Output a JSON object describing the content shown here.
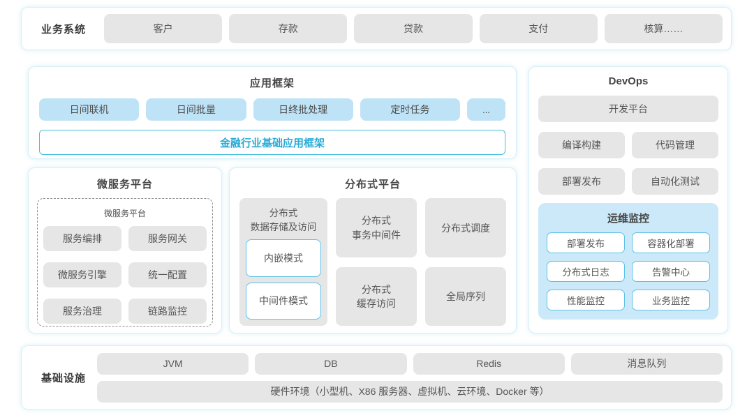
{
  "colors": {
    "accent_cyan": "#29abd6",
    "panel_border": "#d7f0f7",
    "node_gray": "#e6e6e6",
    "node_blue": "#bfe3f6",
    "monitor_bg": "#cbe9f8",
    "white_node_border": "#5fc0e6"
  },
  "business_systems": {
    "label": "业务系统",
    "items": [
      "客户",
      "存款",
      "贷款",
      "支付",
      "核算……"
    ]
  },
  "app_framework": {
    "title": "应用框架",
    "modules": [
      "日间联机",
      "日间批量",
      "日终批处理",
      "定时任务",
      "..."
    ],
    "base": "金融行业基础应用框架"
  },
  "devops": {
    "title": "DevOps",
    "platform": "开发平台",
    "tools": [
      "编译构建",
      "代码管理",
      "部署发布",
      "自动化测试"
    ],
    "monitoring": {
      "title": "运维监控",
      "items": [
        "部署发布",
        "容器化部署",
        "分布式日志",
        "告警中心",
        "性能监控",
        "业务监控"
      ]
    }
  },
  "microservice": {
    "title": "微服务平台",
    "inner_title": "微服务平台",
    "items": [
      "服务编排",
      "服务网关",
      "微服务引擎",
      "统一配置",
      "服务治理",
      "链路监控"
    ]
  },
  "distributed": {
    "title": "分布式平台",
    "storage": {
      "label": "分布式\n数据存储及访问",
      "modes": [
        "内嵌模式",
        "中间件模式"
      ]
    },
    "cells": {
      "transaction": "分布式\n事务中间件",
      "scheduler": "分布式调度",
      "cache": "分布式\n缓存访问",
      "sequence": "全局序列"
    }
  },
  "infrastructure": {
    "label": "基础设施",
    "items": [
      "JVM",
      "DB",
      "Redis",
      "消息队列"
    ],
    "hardware": "硬件环境（小型机、X86 服务器、虚拟机、云环境、Docker 等）"
  }
}
